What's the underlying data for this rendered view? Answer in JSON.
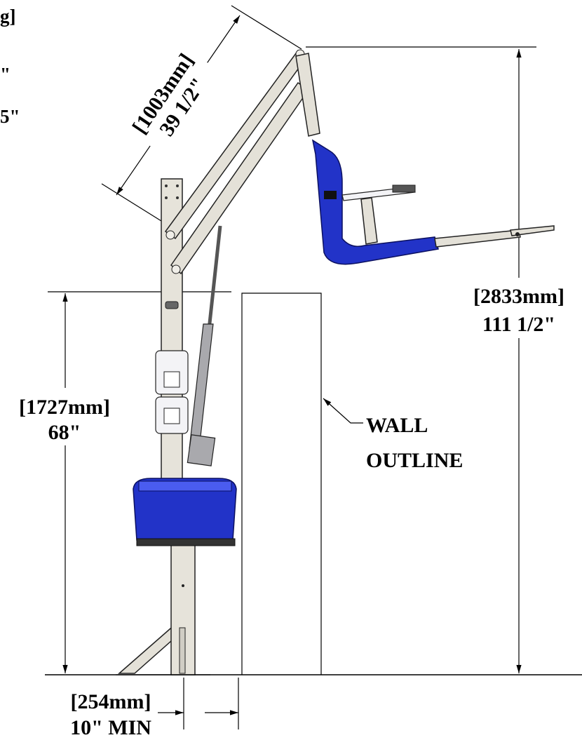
{
  "partial_labels": {
    "top_line_1": "g]",
    "top_line_2": "\"",
    "top_line_3": "5\""
  },
  "dimensions": {
    "arm_length": {
      "metric": "[1003mm]",
      "imperial": "39 1/2\""
    },
    "overall_height": {
      "metric": "[2833mm]",
      "imperial": "111 1/2\""
    },
    "deck_to_wall_height": {
      "metric": "[1727mm]",
      "imperial": "68\""
    },
    "setback": {
      "metric": "[254mm]",
      "imperial": "10\" MIN"
    }
  },
  "callouts": {
    "wall_outline_line1": "WALL",
    "wall_outline_line2": "OUTLINE"
  },
  "colors": {
    "body_blue": "#2233c8",
    "post_tan": "#e6e3da"
  }
}
